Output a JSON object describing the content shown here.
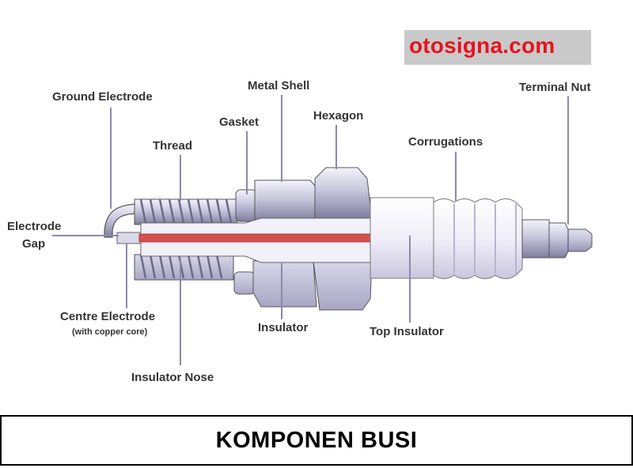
{
  "watermark": "otosigna.com",
  "title": "KOMPONEN BUSI",
  "labels": {
    "ground_electrode": "Ground Electrode",
    "metal_shell": "Metal Shell",
    "terminal_nut": "Terminal Nut",
    "gasket": "Gasket",
    "hexagon": "Hexagon",
    "thread": "Thread",
    "corrugations": "Corrugations",
    "electrode_gap_1": "Electrode",
    "electrode_gap_2": "Gap",
    "centre_electrode": "Centre Electrode",
    "centre_electrode_sub": "(with copper core)",
    "insulator": "Insulator",
    "top_insulator": "Top Insulator",
    "insulator_nose": "Insulator Nose"
  },
  "colors": {
    "watermark_text": "#e5131d",
    "watermark_bg": "#c9c9c9",
    "copper_core": "#d65050",
    "insulator": "#f2f0f8",
    "metal": "#c4c2d8"
  }
}
